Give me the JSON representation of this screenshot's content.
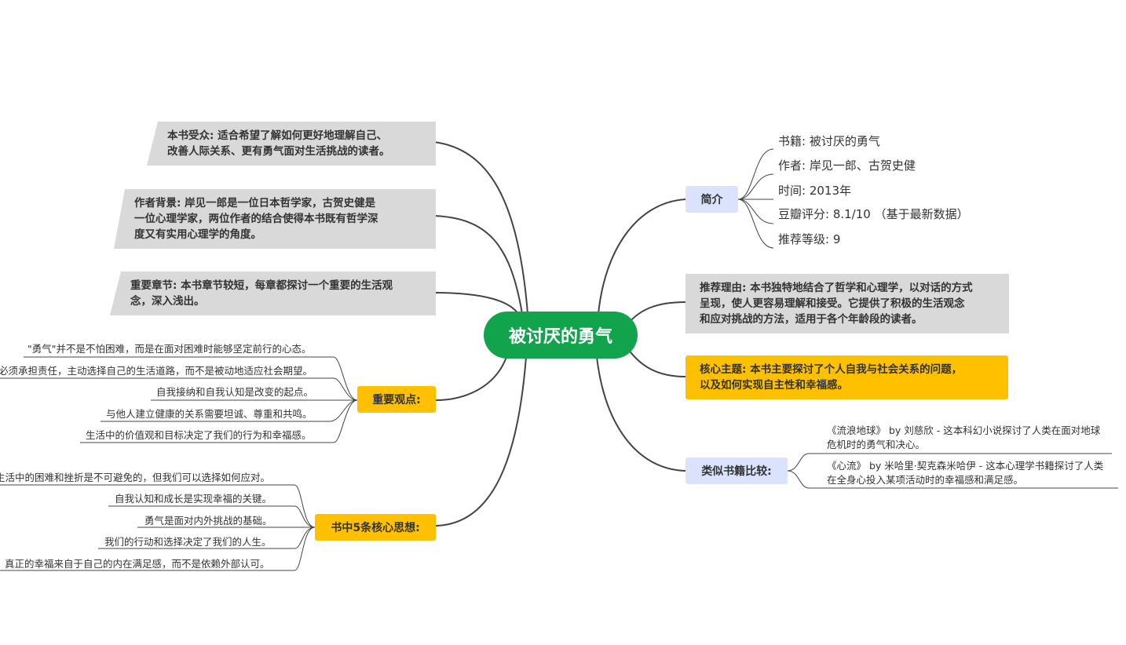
{
  "central": "被讨厌的勇气",
  "left": {
    "audience": [
      "本书受众: 适合希望了解如何更好地理解自己、",
      "改善人际关系、更有勇气面对生活挑战的读者。"
    ],
    "author_bg": [
      "作者背景: 岸见一郎是一位日本哲学家，古贺史健是",
      "一位心理学家，两位作者的结合使得本书既有哲学深",
      "度又有实用心理学的角度。"
    ],
    "chapters": [
      "重要章节: 本书章节较短，每章都探讨一个重要的生活观",
      "念，深入浅出。"
    ],
    "viewpoints": {
      "label": "重要观点:",
      "items": [
        "\"勇气\"并不是不怕困难，而是在面对困难时能够坚定前行的心态。",
        "个人必须承担责任，主动选择自己的生活道路，而不是被动地适应社会期望。",
        "自我接纳和自我认知是改变的起点。",
        "与他人建立健康的关系需要坦诚、尊重和共鸣。",
        "生活中的价值观和目标决定了我们的行为和幸福感。"
      ]
    },
    "core_ideas": {
      "label": "书中5条核心思想:",
      "items": [
        "生活中的困难和挫折是不可避免的，但我们可以选择如何应对。",
        "自我认知和成长是实现幸福的关键。",
        "勇气是面对内外挑战的基础。",
        "我们的行动和选择决定了我们的人生。",
        "真正的幸福来自于自己的内在满足感，而不是依赖外部认可。"
      ]
    }
  },
  "right": {
    "intro": {
      "label": "简介",
      "items": [
        "书籍: 被讨厌的勇气",
        "作者: 岸见一郎、古贺史健",
        "时间: 2013年",
        "豆瓣评分: 8.1/10 （基于最新数据）",
        "推荐等级: 9"
      ]
    },
    "reason": [
      "推荐理由: 本书独特地结合了哲学和心理学，以对话的方式",
      "呈现，使人更容易理解和接受。它提供了积极的生活观念",
      "和应对挑战的方法，适用于各个年龄段的读者。"
    ],
    "theme": [
      "核心主题: 本书主要探讨了个人自我与社会关系的问题，",
      "以及如何实现自主性和幸福感。"
    ],
    "similar": {
      "label": "类似书籍比较:",
      "items": [
        [
          "《流浪地球》 by 刘慈欣 - 这本科幻小说探讨了人类在面对地球",
          "危机时的勇气和决心。"
        ],
        [
          "《心流》 by 米哈里·契克森米哈伊 - 这本心理学书籍探讨了人类",
          "在全身心投入某项活动时的幸福感和满足感。"
        ]
      ]
    }
  },
  "colors": {
    "central": "#11a44c",
    "yellow": "#ffc000",
    "gray": "#d9d9d9",
    "blue": "#dae3fb",
    "line": "#444444"
  }
}
